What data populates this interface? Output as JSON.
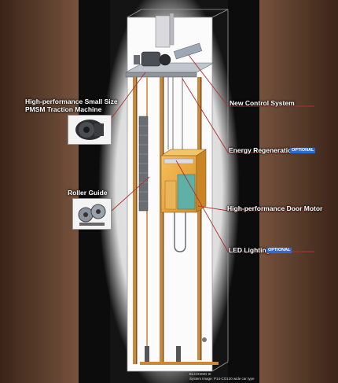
{
  "labels": {
    "pmsm": [
      "High-performance Small Size",
      "PMSM Traction Machine"
    ],
    "roller_guide": "Roller Guide",
    "control_system": "New Control System",
    "energy_regeneration": "Energy Regeneration",
    "door_motor": "High-performance Door Motor",
    "led_lighting": "LED Lighting",
    "optional_badge": "OPTIONAL"
  },
  "footer": {
    "model": "ELCOSMO III",
    "system_image": "System image: P14-CO120 wide car type"
  },
  "colors": {
    "leader_line": "#b03030",
    "badge": "#2f6bd6",
    "rail": "#c8893a",
    "car": "#e8a23c"
  },
  "icons": {
    "pmsm_thumb": "traction-machine-icon",
    "roller_thumb": "roller-guide-icon"
  }
}
